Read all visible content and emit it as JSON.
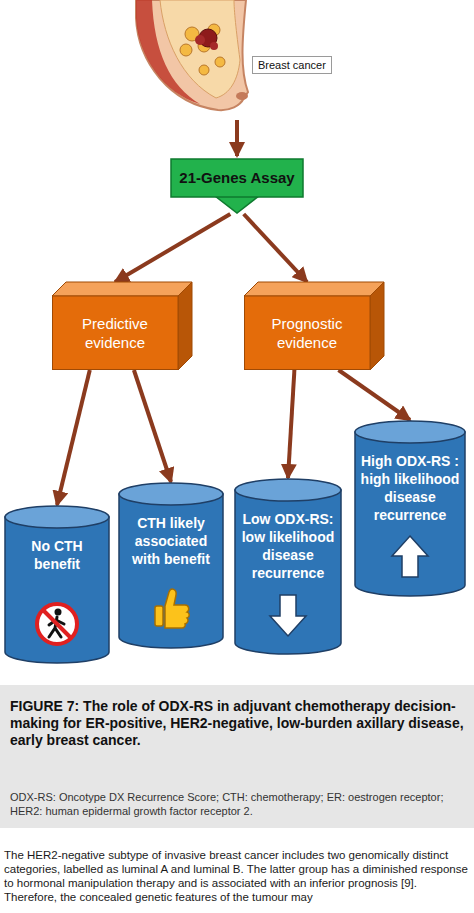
{
  "diagram": {
    "caption": "FIGURE 7: The role of ODX-RS in adjuvant chemotherapy decision-making for ER-positive, HER2-negative, low-burden axillary disease, early breast cancer.",
    "nodes": [
      {
        "text": [
          "21-Genes Assay"
        ]
      },
      {
        "text": [
          "Predictive evidence"
        ]
      },
      {
        "text": [
          "Prognostic evidence"
        ]
      },
      {
        "text": [
          "No CTH benefit"
        ]
      },
      {
        "text": [
          "CTH likely associated with benefit"
        ]
      },
      {
        "text": [
          "Low ODX-RS: low likelihood disease recurrence"
        ]
      },
      {
        "text": [
          "High ODX-RS : high likelihood disease recurrence"
        ]
      }
    ],
    "edges": [
      {
        "from": 0,
        "to": 1,
        "arrow": "to"
      },
      {
        "from": 0,
        "to": 2,
        "arrow": "to"
      },
      {
        "from": 1,
        "to": 3,
        "arrow": "to"
      },
      {
        "from": 1,
        "to": 4,
        "arrow": "to"
      },
      {
        "from": 2,
        "to": 5,
        "arrow": "to"
      },
      {
        "from": 2,
        "to": 6,
        "arrow": "to"
      }
    ],
    "labels": [
      "Breast cancer",
      "ODX-RS: Oncotype DX Recurrence Score; CTH: chemotherapy; ER: oestrogen receptor; HER2: human epidermal growth factor receptor 2.",
      "The HER2-negative subtype of invasive breast cancer includes two genomically distinct categories, labelled as luminal A and luminal B. The latter group has a diminished response to hormonal manipulation therapy and is associated with an inferior prognosis [9]. Therefore, the concealed genetic features of the tumour may"
    ]
  }
}
